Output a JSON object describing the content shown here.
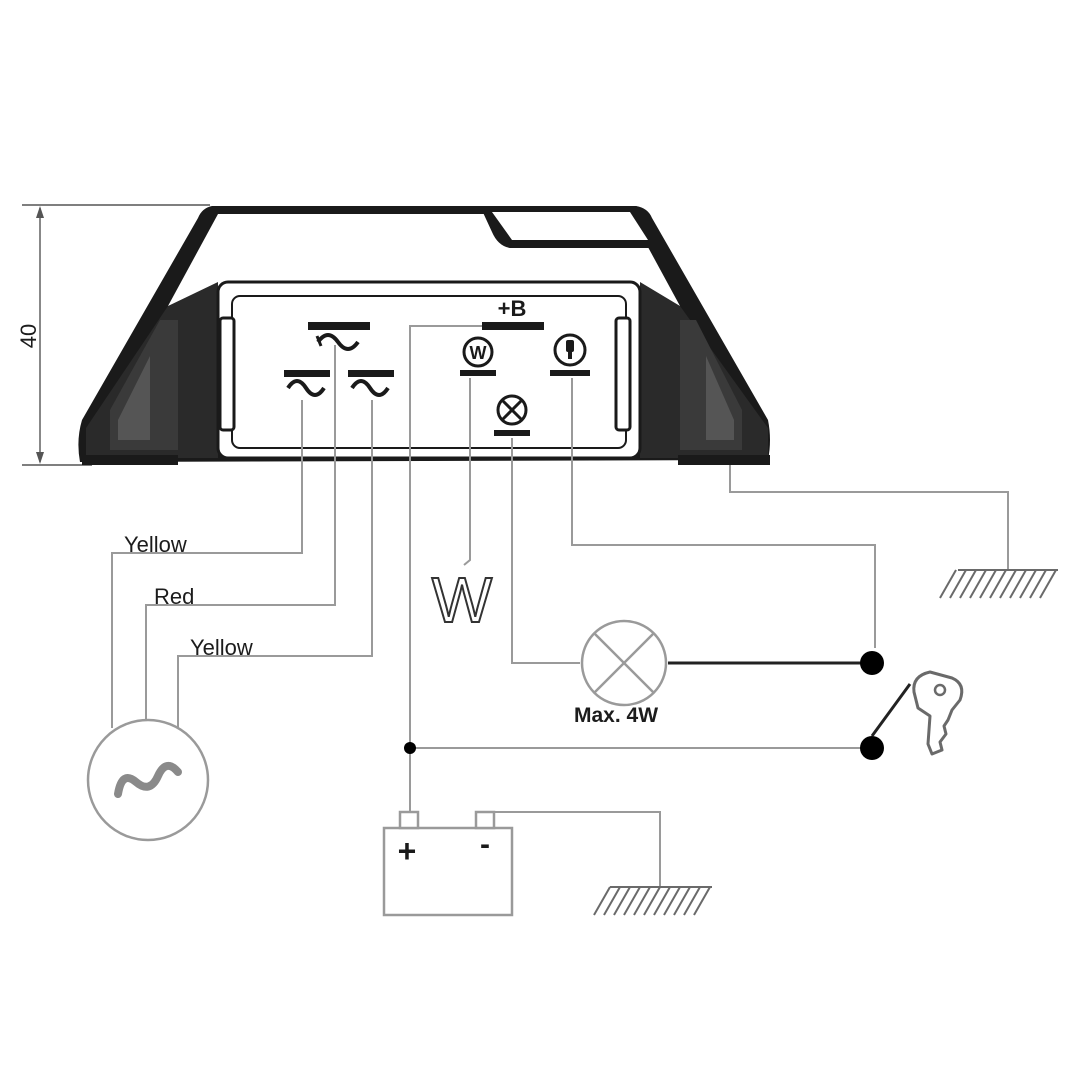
{
  "dimension": {
    "height_label": "40"
  },
  "wires": {
    "phase1_color": "Yellow",
    "phase2_color": "Red",
    "phase3_color": "Yellow"
  },
  "terminals": {
    "battery_plus": "+B",
    "warning_lamp": "W"
  },
  "lamp": {
    "rating": "Max. 4W"
  },
  "battery": {
    "plus": "+",
    "minus": "-"
  },
  "colors": {
    "housing": "#1a1a1a",
    "wire": "#9a9a9a",
    "lamp_wire": "#222222",
    "junction": "#000000",
    "background": "#ffffff"
  }
}
